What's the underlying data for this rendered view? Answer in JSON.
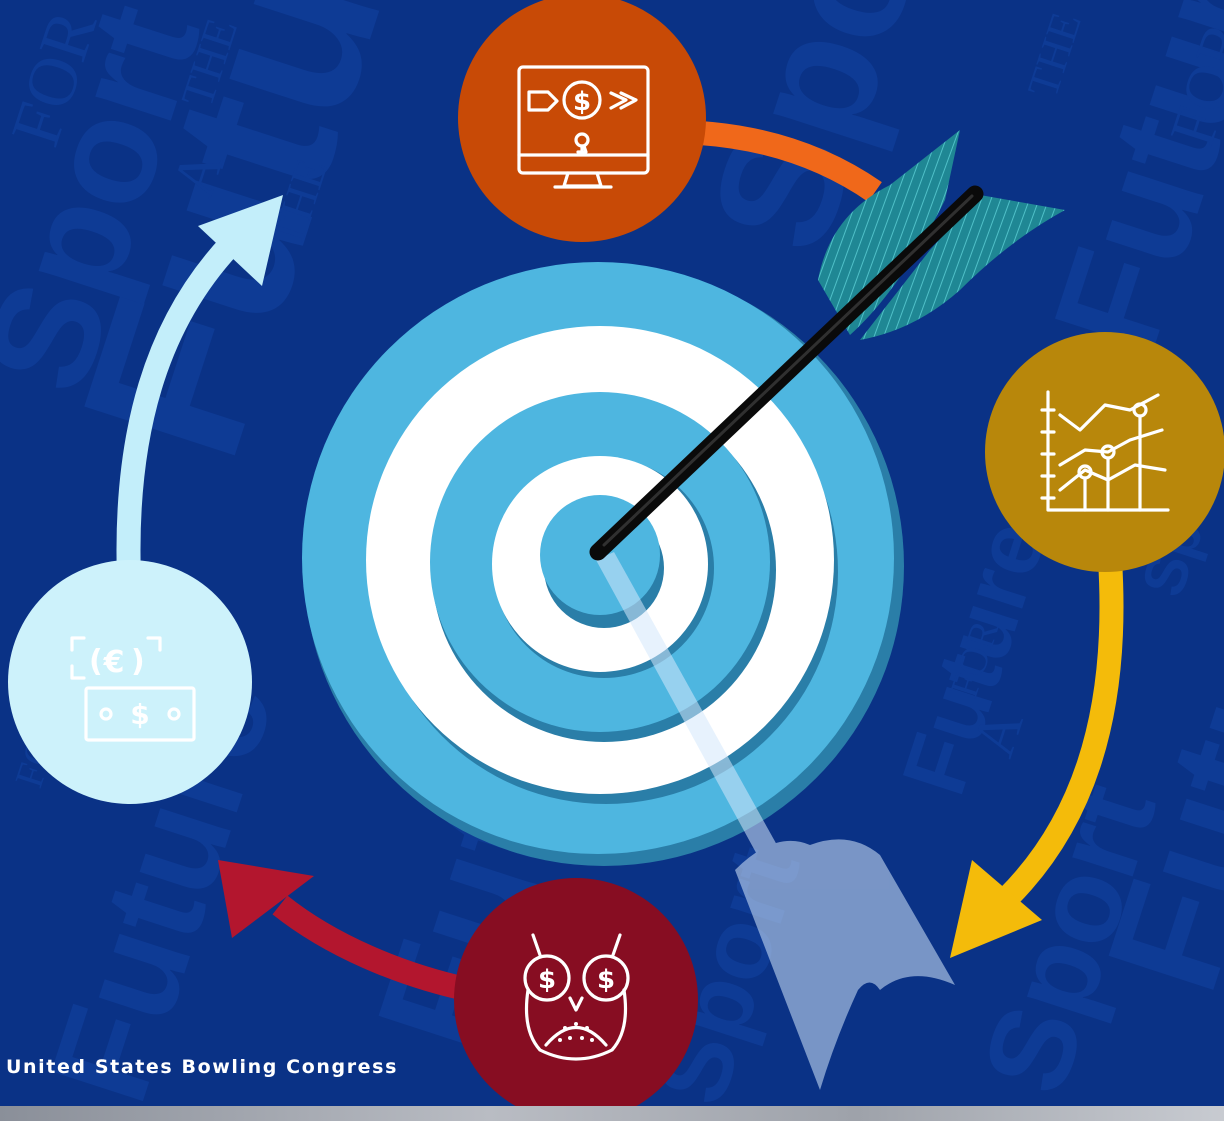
{
  "background_words": {
    "tagline_a": "A",
    "tagline_future": "Future",
    "tagline_for": "FOR",
    "tagline_the": "THE",
    "tagline_sport": "Sport"
  },
  "caption": "United States Bowling Congress",
  "icons": {
    "top": "money-transfer-monitor-icon",
    "right": "rising-line-chart-icon",
    "bottom": "owl-dollar-eyes-icon",
    "left": "euro-dollar-banknotes-icon",
    "center": "target-with-arrow-icon"
  },
  "glyphs": {
    "dollar": "$",
    "euro": "€",
    "paren_open": "(",
    "paren_close": ")"
  },
  "colors": {
    "background": "#0a3286",
    "top_circle": "#c84a06",
    "top_arc": "#f0681a",
    "right_circle": "#b8870b",
    "right_arrow": "#f4bb0a",
    "bottom_circle": "#870d22",
    "bottom_arrow": "#b3162e",
    "left_circle": "#cdf2fb",
    "left_arrow": "#c3eefa",
    "target_blue": "#4eb6e0",
    "target_white": "#ffffff",
    "arrow_shaft": "#0a0a0a",
    "fletching": "#1f8794"
  }
}
